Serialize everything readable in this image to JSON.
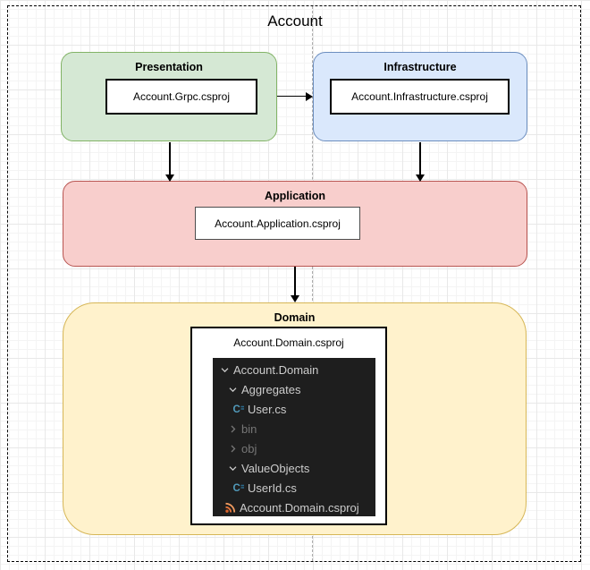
{
  "diagram": {
    "title": "Account",
    "nodes": {
      "presentation": {
        "label": "Presentation",
        "project": "Account.Grpc.csproj",
        "fill": "#d5e8d4",
        "stroke": "#82b366"
      },
      "infrastructure": {
        "label": "Infrastructure",
        "project": "Account.Infrastructure.csproj",
        "fill": "#dae8fc",
        "stroke": "#6c8ebf"
      },
      "application": {
        "label": "Application",
        "project": "Account.Application.csproj",
        "fill": "#f8cecc",
        "stroke": "#b85450"
      },
      "domain": {
        "label": "Domain",
        "project": "Account.Domain.csproj",
        "fill": "#fff2cc",
        "stroke": "#d6b656"
      }
    },
    "edges": [
      {
        "from": "presentation",
        "to": "infrastructure"
      },
      {
        "from": "presentation",
        "to": "application"
      },
      {
        "from": "infrastructure",
        "to": "application"
      },
      {
        "from": "application",
        "to": "domain"
      }
    ],
    "explorer": {
      "background": "#1e1e1e",
      "text_color": "#cccccc",
      "dim_color": "#767676",
      "csharp_icon_color": "#519aba",
      "csproj_icon_color": "#e8763a",
      "items": [
        {
          "label": "Account.Domain",
          "type": "folder",
          "state": "expanded",
          "level": 0
        },
        {
          "label": "Aggregates",
          "type": "folder",
          "state": "expanded",
          "level": 1
        },
        {
          "label": "User.cs",
          "type": "csharp-file",
          "level": 2
        },
        {
          "label": "bin",
          "type": "folder",
          "state": "collapsed",
          "level": 1,
          "dimmed": true
        },
        {
          "label": "obj",
          "type": "folder",
          "state": "collapsed",
          "level": 1,
          "dimmed": true
        },
        {
          "label": "ValueObjects",
          "type": "folder",
          "state": "expanded",
          "level": 1
        },
        {
          "label": "UserId.cs",
          "type": "csharp-file",
          "level": 2
        },
        {
          "label": "Account.Domain.csproj",
          "type": "csproj-file",
          "level": 1
        }
      ]
    }
  }
}
